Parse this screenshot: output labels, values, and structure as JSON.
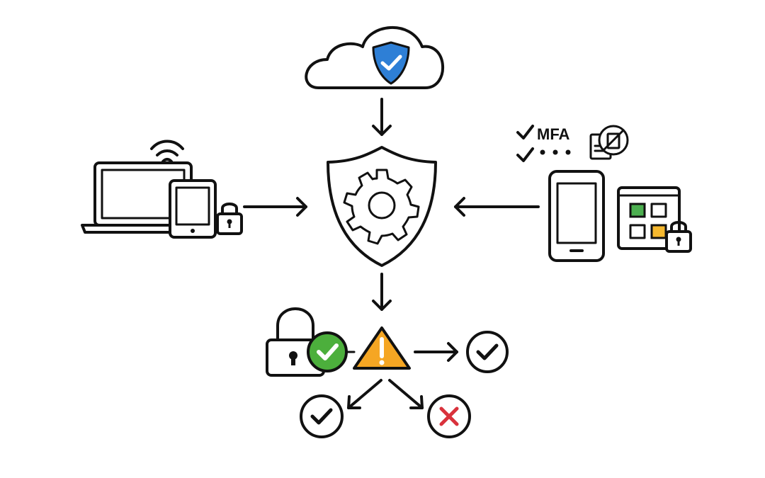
{
  "diagram": {
    "mfa_label": "MFA",
    "colors": {
      "line": "#111111",
      "shield_blue": "#2e7fd6",
      "success_green": "#4caf3c",
      "warning_orange": "#f5a623",
      "deny_red": "#d9323c",
      "tile_green": "#4caf50",
      "tile_yellow": "#f5b82e"
    },
    "nodes": [
      {
        "id": "cloud",
        "icon": "cloud-shield-check-icon"
      },
      {
        "id": "policy-engine",
        "icon": "shield-gear-icon"
      },
      {
        "id": "devices",
        "icon": "laptop-tablet-lock-icon"
      },
      {
        "id": "mfa-factors",
        "icon": "phone-keypad-lock-icon"
      },
      {
        "id": "unlock-verified",
        "icon": "padlock-check-icon"
      },
      {
        "id": "risk-warning",
        "icon": "warning-triangle-icon"
      },
      {
        "id": "allow-top",
        "icon": "check-circle-icon"
      },
      {
        "id": "allow-bottom",
        "icon": "check-circle-icon"
      },
      {
        "id": "deny",
        "icon": "x-circle-icon"
      }
    ],
    "edges": [
      {
        "from": "cloud",
        "to": "policy-engine"
      },
      {
        "from": "devices",
        "to": "policy-engine"
      },
      {
        "from": "mfa-factors",
        "to": "policy-engine"
      },
      {
        "from": "policy-engine",
        "to": "risk-warning"
      },
      {
        "from": "risk-warning",
        "to": "allow-top"
      },
      {
        "from": "risk-warning",
        "to": "allow-bottom"
      },
      {
        "from": "risk-warning",
        "to": "deny"
      }
    ]
  }
}
